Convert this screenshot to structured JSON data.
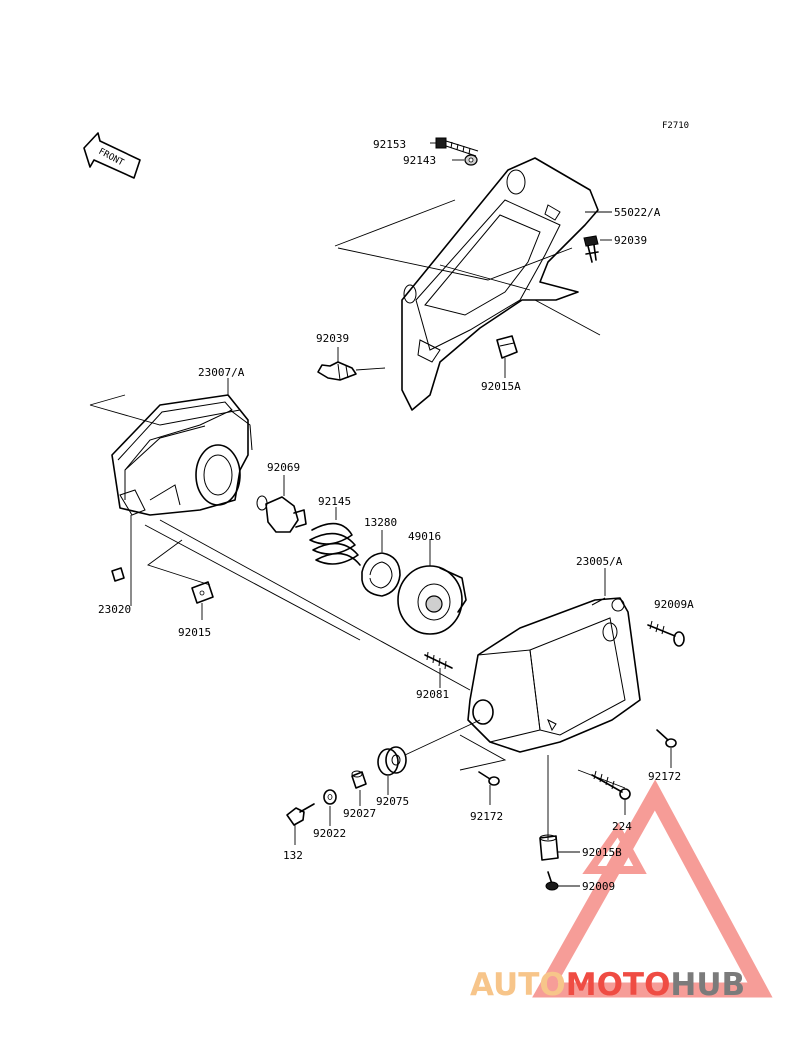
{
  "diagram_code": "F2710",
  "front_arrow_label": "FRONT",
  "labels": {
    "p92153": "92153",
    "p92143": "92143",
    "p55022A": "55022/A",
    "p92039_right": "92039",
    "p92039_left": "92039",
    "p92015A": "92015A",
    "p23007A": "23007/A",
    "p92069": "92069",
    "p92145": "92145",
    "p13280": "13280",
    "p49016": "49016",
    "p23020": "23020",
    "p92015": "92015",
    "p23005A": "23005/A",
    "p92009A": "92009A",
    "p92081": "92081",
    "p92172_right": "92172",
    "p92172_bottom": "92172",
    "p92075": "92075",
    "p92027": "92027",
    "p92022": "92022",
    "p132": "132",
    "p224": "224",
    "p92015B": "92015B",
    "p92009": "92009"
  },
  "watermark": {
    "part1": "AUTO",
    "part2": "MOTO",
    "part3": "HUB",
    "color_light": "#f7c58a",
    "color_red": "#ef4c43",
    "color_grey": "#7b7b7b"
  }
}
